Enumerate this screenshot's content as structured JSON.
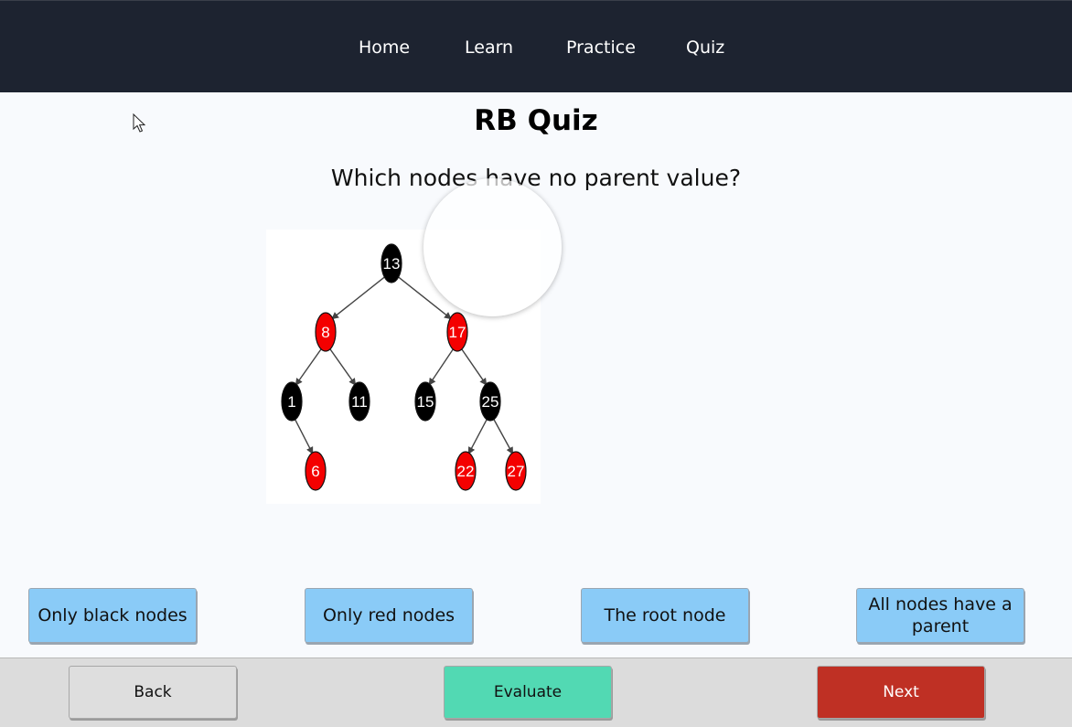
{
  "nav": {
    "items": [
      {
        "label": "Home"
      },
      {
        "label": "Learn"
      },
      {
        "label": "Practice"
      },
      {
        "label": "Quiz"
      }
    ]
  },
  "page": {
    "title": "RB Quiz",
    "question": "Which nodes have no parent value?"
  },
  "tree": {
    "nodes": [
      {
        "value": "13",
        "color": "black"
      },
      {
        "value": "8",
        "color": "red"
      },
      {
        "value": "17",
        "color": "red"
      },
      {
        "value": "1",
        "color": "black"
      },
      {
        "value": "11",
        "color": "black"
      },
      {
        "value": "15",
        "color": "black"
      },
      {
        "value": "25",
        "color": "black"
      },
      {
        "value": "6",
        "color": "red"
      },
      {
        "value": "22",
        "color": "red"
      },
      {
        "value": "27",
        "color": "red"
      }
    ]
  },
  "answers": [
    {
      "label": "Only black nodes"
    },
    {
      "label": "Only red nodes"
    },
    {
      "label": "The root node"
    },
    {
      "label": "All nodes have a parent"
    }
  ],
  "footer": {
    "back_label": "Back",
    "evaluate_label": "Evaluate",
    "next_label": "Next"
  },
  "colors": {
    "navbar": "#1d2330",
    "answer_button": "#8acbf7",
    "evaluate_button": "#52d9b3",
    "next_button": "#bf3024",
    "red_node": "#f40000",
    "black_node": "#000000"
  },
  "icons": {
    "cursor": "mouse-pointer-icon"
  }
}
